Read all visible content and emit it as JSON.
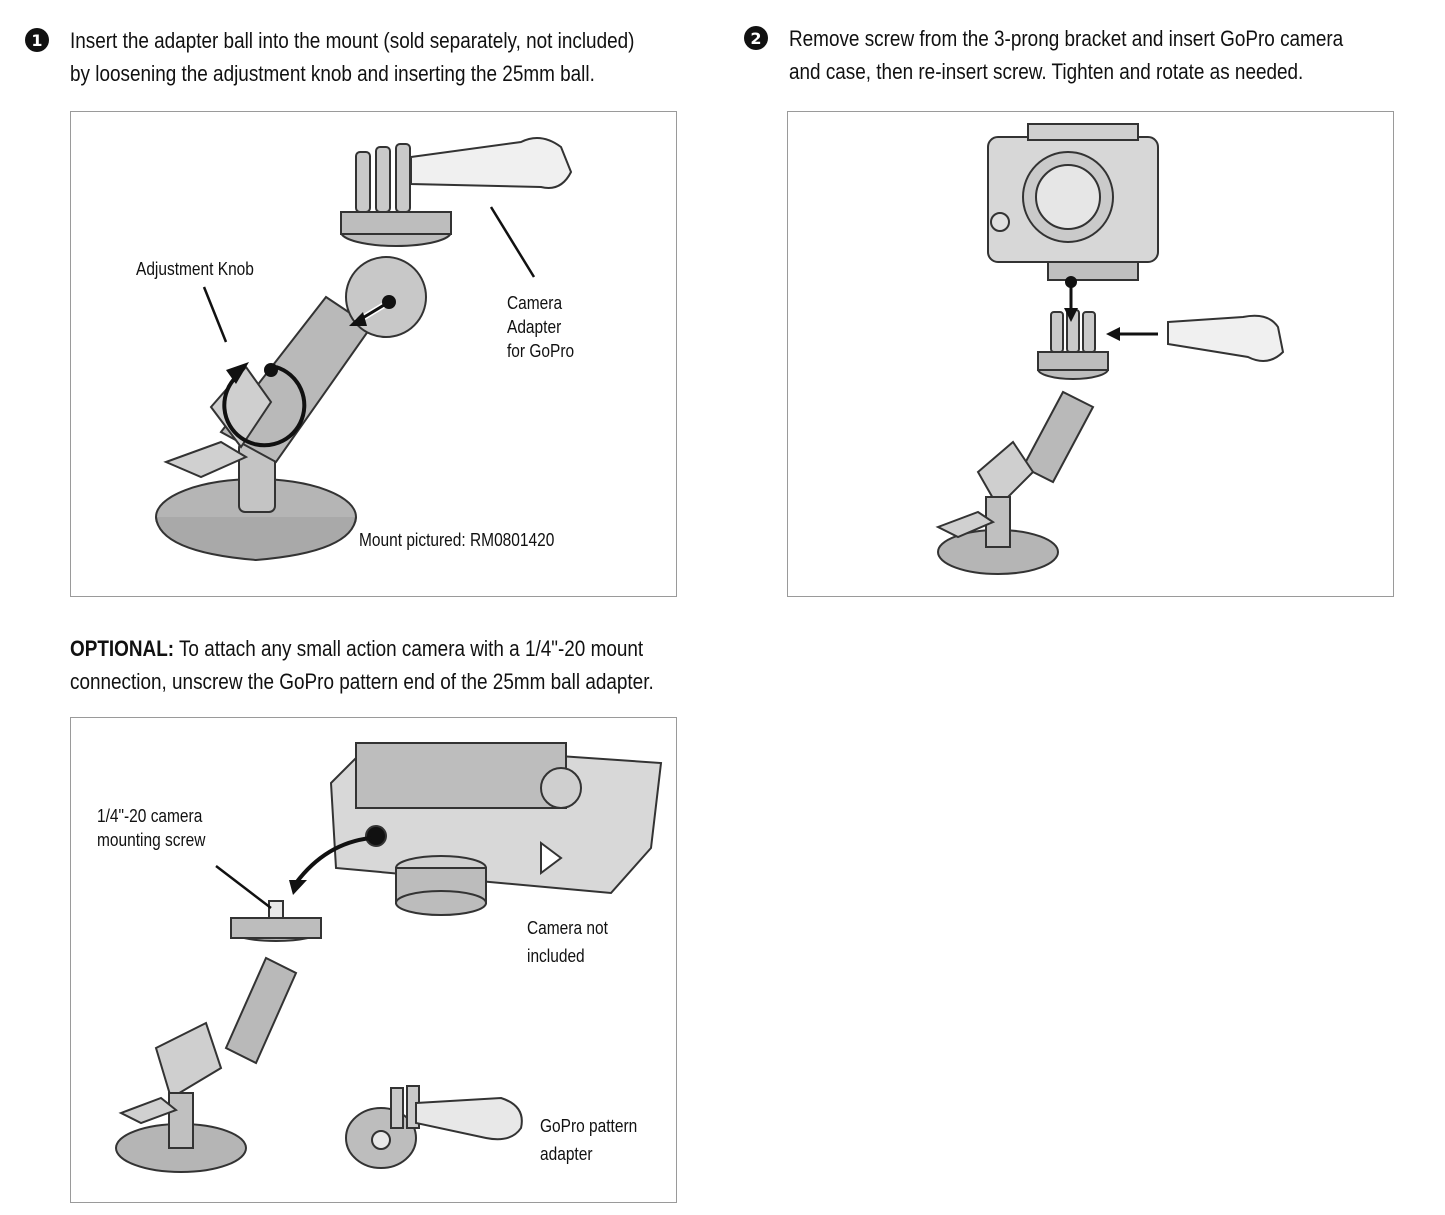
{
  "step1": {
    "number": "1",
    "lines": [
      "Insert the adapter ball into the mount (sold separately, not included)",
      "by loosening the adjustment knob and inserting the 25mm ball."
    ]
  },
  "step2": {
    "number": "2",
    "lines": [
      "Remove screw from the 3-prong bracket and insert GoPro camera",
      "and case, then re-insert screw. Tighten and rotate as needed."
    ]
  },
  "optional": {
    "prefix": "OPTIONAL:",
    "line1_rest": " To attach any small action camera with a 1/4\"-20 mount",
    "line2": "connection, unscrew the GoPro pattern end of the 25mm ball adapter."
  },
  "panel1": {
    "adjustment_knob_label": "Adjustment Knob",
    "camera_adapter_lines": [
      "Camera",
      "Adapter",
      "for GoPro"
    ],
    "mount_pictured": "Mount pictured: RM0801420"
  },
  "panel3": {
    "screw_lines": [
      "1/4\"-20 camera",
      "mounting screw"
    ],
    "camera_not_included_lines": [
      "Camera not",
      "included"
    ],
    "gopro_adapter_lines": [
      "GoPro pattern",
      "adapter"
    ]
  },
  "icons": [
    "step-number-badge",
    "curved-arrow-icon",
    "straight-arrow-icon"
  ],
  "colors": {
    "text": "#111111",
    "panel_border": "#9a9a9a",
    "illustration_fill": "#bdbdbd",
    "illustration_stroke": "#333333"
  }
}
